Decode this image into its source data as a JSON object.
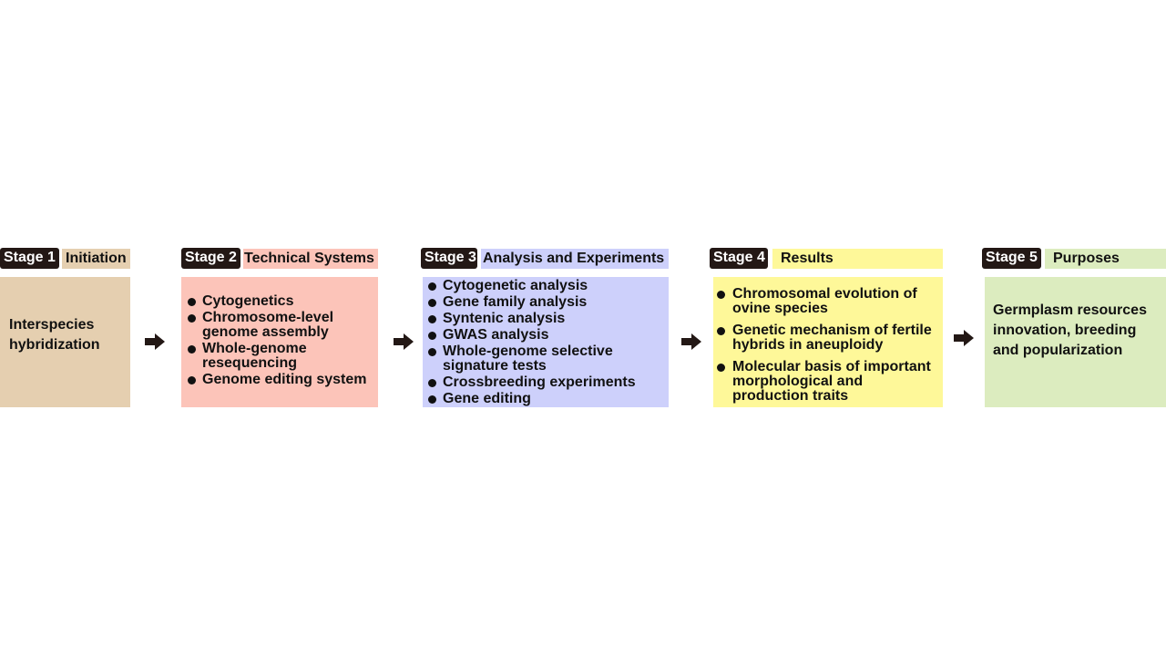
{
  "colors": {
    "tag_bg": "#231815",
    "stage1": "#e5cfb0",
    "stage2": "#fcc4b9",
    "stage3": "#cdd0fb",
    "stage4": "#fef899",
    "stage5": "#dcecbf",
    "arrow": "#231815"
  },
  "stages": [
    {
      "tag": "Stage 1",
      "name": "Initiation",
      "text": "Interspecies hybridization"
    },
    {
      "tag": "Stage 2",
      "name": "Technical Systems",
      "items": [
        "Cytogenetics",
        "Chromosome-level genome assembly",
        "Whole-genome resequencing",
        "Genome editing system"
      ]
    },
    {
      "tag": "Stage 3",
      "name": "Analysis and Experiments",
      "items": [
        "Cytogenetic analysis",
        "Gene family analysis",
        "Syntenic analysis",
        "GWAS analysis",
        "Whole-genome selective signature tests",
        "Crossbreeding experiments",
        "Gene editing"
      ]
    },
    {
      "tag": "Stage 4",
      "name": "Results",
      "items": [
        "Chromosomal evolution of ovine species",
        "Genetic mechanism of fertile hybrids in aneuploidy",
        "Molecular basis of important morphological and production traits"
      ]
    },
    {
      "tag": "Stage 5",
      "name": "Purposes",
      "text": "Germplasm resources innovation, breeding and popularization"
    }
  ]
}
